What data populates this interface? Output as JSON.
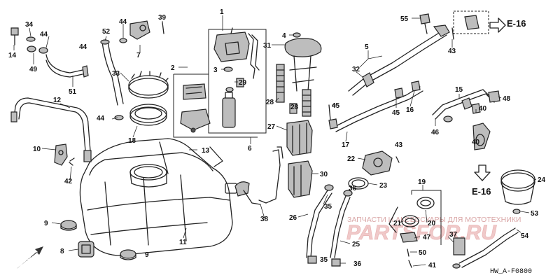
{
  "callouts": [
    "1",
    "2",
    "3",
    "4",
    "5",
    "6",
    "7",
    "8",
    "9",
    "10",
    "11",
    "12",
    "13",
    "14",
    "15",
    "16",
    "17",
    "18",
    "19",
    "20",
    "21",
    "22",
    "23",
    "24",
    "25",
    "26",
    "27",
    "28",
    "29",
    "30",
    "31",
    "32",
    "33",
    "34",
    "35",
    "36",
    "37",
    "38",
    "39",
    "40",
    "41",
    "42",
    "43",
    "44",
    "45",
    "46",
    "47",
    "48",
    "49",
    "50",
    "51",
    "52",
    "53",
    "54",
    "55"
  ],
  "references": {
    "ref_top": "E-16",
    "ref_mid": "E-16"
  },
  "diagram_code": "HW_A-F0800",
  "front_marker": "FR.",
  "watermark": {
    "line1": "ЗАПЧАСТИ И АКСЕССУАРЫ ДЛЯ МОТОТЕХНИКИ",
    "line2": "PARTSFOR.RU"
  }
}
